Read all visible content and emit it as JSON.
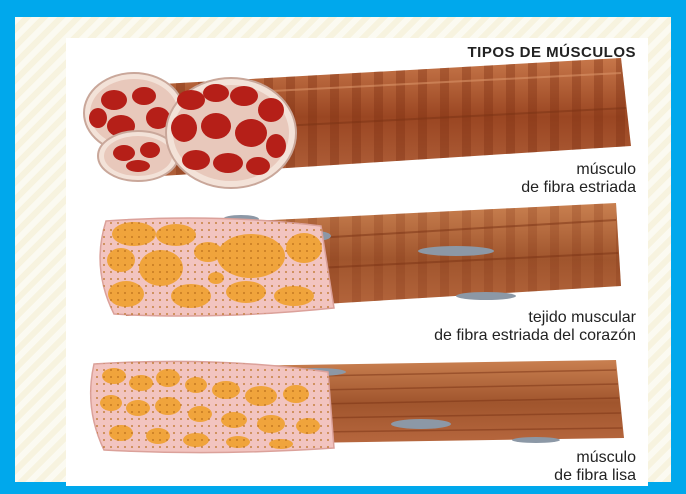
{
  "figure": {
    "title": "TIPOS DE MÚSCULOS",
    "labels": [
      {
        "line1": "músculo",
        "line2": "de fibra estriada"
      },
      {
        "line1": "tejido muscular",
        "line2": "de fibra estriada del corazón"
      },
      {
        "line1": "músculo",
        "line2": "de fibra lisa"
      }
    ]
  },
  "colors": {
    "slide_border": "#00a8ec",
    "muscle_brown": "#a8552c",
    "muscle_red": "#b51f18",
    "fiber_orange": "#f0a43c",
    "connective_pink": "#f2c4c0",
    "nucleus_gray": "#8c98a6"
  }
}
